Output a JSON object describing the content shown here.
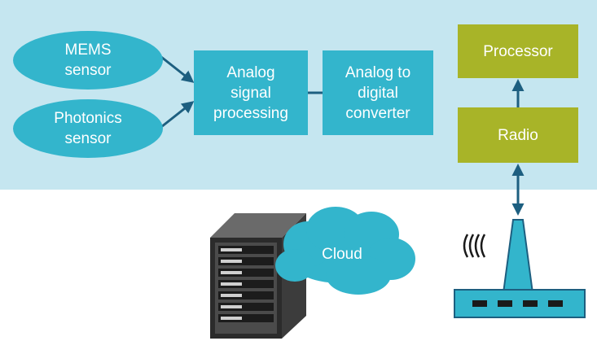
{
  "diagram": {
    "nodes": {
      "mems": "MEMS\nsensor",
      "photonics": "Photonics\nsensor",
      "asp": "Analog\nsignal\nprocessing",
      "adc": "Analog to\ndigital\nconverter",
      "processor": "Processor",
      "radio": "Radio",
      "cloud": "Cloud"
    },
    "icons": {
      "server": "server-rack-icon",
      "cloud": "cloud-icon",
      "router": "wireless-router-icon",
      "signal": "wireless-signal-icon"
    }
  },
  "colors": {
    "panel": "#c5e6f0",
    "teal": "#33b5cc",
    "olive": "#a8b428",
    "arrow": "#1d5f80"
  }
}
